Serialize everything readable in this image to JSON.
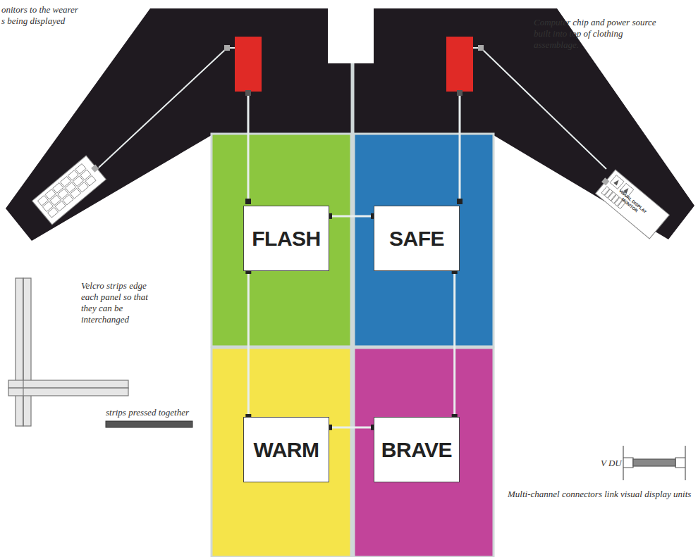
{
  "diagram": {
    "nodes": [
      {
        "text": [
          "FLASH"
        ]
      },
      {
        "text": [
          "SAFE"
        ]
      },
      {
        "text": [
          "WARM"
        ]
      },
      {
        "text": [
          "BRAVE"
        ]
      }
    ],
    "edges": [
      {
        "from": 0,
        "to": 1,
        "arrow": "none"
      },
      {
        "from": 0,
        "to": 2,
        "arrow": "none"
      },
      {
        "from": 1,
        "to": 3,
        "arrow": "none"
      },
      {
        "from": 2,
        "to": 3,
        "arrow": "none"
      }
    ],
    "labels": [
      "onitors to the wearer",
      "s being displayed",
      "Computer chip and power source built into top of clothing assemblage.",
      "Velcro strips edge each panel so that they can be interchanged",
      "strips pressed together",
      "V DU",
      "Multi-channel connectors link visual display units",
      "VISUAL DISPLAY MONITOR"
    ]
  }
}
